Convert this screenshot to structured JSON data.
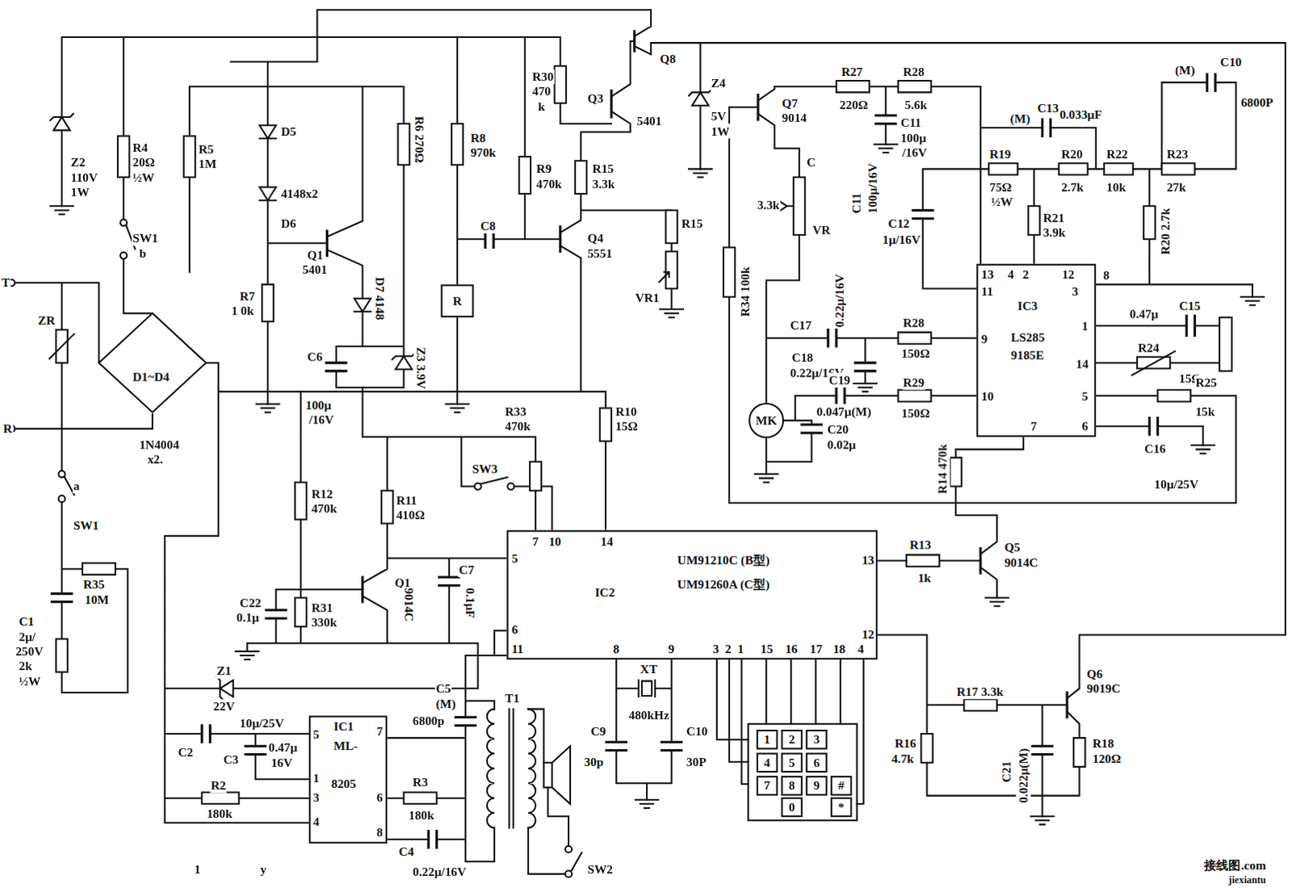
{
  "diagram": {
    "nodes": [
      {
        "text": [
          "R"
        ]
      },
      {
        "text": [
          "IC3",
          "LS285",
          "9185E"
        ]
      },
      {
        "text": [
          "MK"
        ]
      },
      {
        "text": [
          "IC2",
          "UM91210C (B型)",
          "UM91260A (C型)"
        ]
      },
      {
        "text": [
          "1"
        ]
      },
      {
        "text": [
          "2"
        ]
      },
      {
        "text": [
          "3"
        ]
      },
      {
        "text": [
          "4"
        ]
      },
      {
        "text": [
          "5"
        ]
      },
      {
        "text": [
          "6"
        ]
      },
      {
        "text": [
          "7"
        ]
      },
      {
        "text": [
          "8"
        ]
      },
      {
        "text": [
          "9"
        ]
      },
      {
        "text": [
          "#"
        ]
      },
      {
        "text": [
          "0"
        ]
      },
      {
        "text": [
          "*"
        ]
      },
      {
        "text": [
          "IC1",
          "ML-",
          "8205"
        ]
      }
    ],
    "labels": [
      "Z2",
      "110V",
      "1W",
      "R4",
      "20Ω",
      "½W",
      "R5",
      "1M",
      "SW1",
      "b",
      "D5",
      "4148x2",
      "D6",
      "Q1",
      "5401",
      "R6 270Ω",
      "D7 4148",
      "R8",
      "970k",
      "Q8",
      "R30",
      "470",
      "k",
      "Q3",
      "5401",
      "Z4",
      "5V",
      "1W",
      "R9",
      "470k",
      "R15",
      "3.3k",
      "C8",
      "Q4",
      "5551",
      "R15",
      "VR1",
      "R7",
      "1 0k",
      "C6",
      "Z3 3.9V",
      "100μ",
      "/16V",
      "R33",
      "470k",
      "R10",
      "15Ω",
      "T",
      "ZR",
      "D1~D4",
      "R",
      "1N4004",
      "x2.",
      "SW3",
      "SW1",
      "a",
      "R12",
      "470k",
      "R11",
      "410Ω",
      "7",
      "10",
      "14",
      "5",
      "6",
      "11",
      "13",
      "12",
      "8",
      "9",
      "3",
      "2",
      "1",
      "15",
      "16",
      "17",
      "18",
      "4",
      "C22",
      "0.1μ",
      "R31",
      "330k",
      "Q1",
      "9014C",
      "C7",
      "0.1μF",
      "R13",
      "1k",
      "Q5",
      "9014C",
      "Z1",
      "22V",
      "C2",
      "10μ/25V",
      "C3",
      "0.47μ",
      "16V",
      "R2",
      "180k",
      "5",
      "7",
      "6",
      "1",
      "3",
      "4",
      "8",
      "R3",
      "180k",
      "(M)",
      "C5",
      "6800p",
      "T1",
      "C4",
      "0.22μ/16V",
      "SW2",
      "1",
      "y",
      "C9",
      "30p",
      "XT",
      "480kHz",
      "C10",
      "30P",
      "R17 3.3k",
      "Q6",
      "9019C",
      "R16",
      "4.7k",
      "C21",
      "0.022μ(M)",
      "R18",
      "120Ω",
      "Q7",
      "9014",
      "C",
      "3.3k",
      "VR",
      "R27",
      "220Ω",
      "R28",
      "5.6k",
      "C11",
      "100μ",
      "/16V",
      "100μ/16V",
      "C11",
      "C12",
      "1μ/16V",
      "0.22μ/16V",
      "C17",
      "R28",
      "150Ω",
      "C18",
      "0.22μ/16V",
      "R29",
      "150Ω",
      "C19",
      "0.047μ(M)",
      "C20",
      "0.02μ",
      "R34 100k",
      "C13",
      "(M)",
      "0.033μF",
      "C10",
      "(M)",
      "6800P",
      "R19",
      "75Ω",
      "½W",
      "R20",
      "2.7k",
      "R22",
      "10k",
      "R23",
      "27k",
      "R21",
      "3.9k",
      "R20 2.7k",
      "13",
      "4",
      "2",
      "12",
      "8",
      "11",
      "3",
      "9",
      "1",
      "14",
      "10",
      "5",
      "7",
      "6",
      "C15",
      "0.47μ",
      "R24",
      "15Ω",
      "R25",
      "15k",
      "C16",
      "10μ/25V",
      "R14 470k",
      "C1",
      "2μ/",
      "250V",
      "2k",
      "½W",
      "R35",
      "10M",
      "接线图.com",
      "jiexiantu"
    ]
  }
}
